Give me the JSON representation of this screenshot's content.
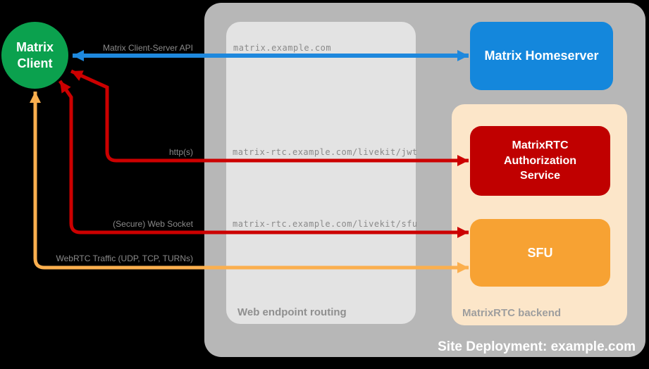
{
  "nodes": {
    "client": "Matrix Client",
    "homeserver": "Matrix Homeserver",
    "auth": "MatrixRTC Authorization Service",
    "sfu": "SFU"
  },
  "containers": {
    "site": "Site Deployment: example.com",
    "routing": "Web endpoint routing",
    "backend": "MatrixRTC backend"
  },
  "edges": {
    "api": {
      "label": "Matrix Client-Server API",
      "endpoint": "matrix.example.com"
    },
    "http": {
      "label": "http(s)",
      "endpoint": "matrix-rtc.example.com/livekit/jwt"
    },
    "ws": {
      "label": "(Secure) Web Socket",
      "endpoint": "matrix-rtc.example.com/livekit/sfu"
    },
    "webrtc": {
      "label": "WebRTC Traffic (UDP, TCP, TURNs)"
    }
  },
  "colors": {
    "client_green": "#0ba14e",
    "homeserver_blue": "#1487dc",
    "auth_red": "#c00000",
    "sfu_orange": "#f7a233",
    "arrow_blue": "#1e88dd",
    "arrow_red": "#cc0000",
    "arrow_orange": "#fbaf4e",
    "site_gray": "#b7b7b7",
    "routing_gray": "#e3e3e3",
    "backend_peach": "#fce6c9"
  }
}
